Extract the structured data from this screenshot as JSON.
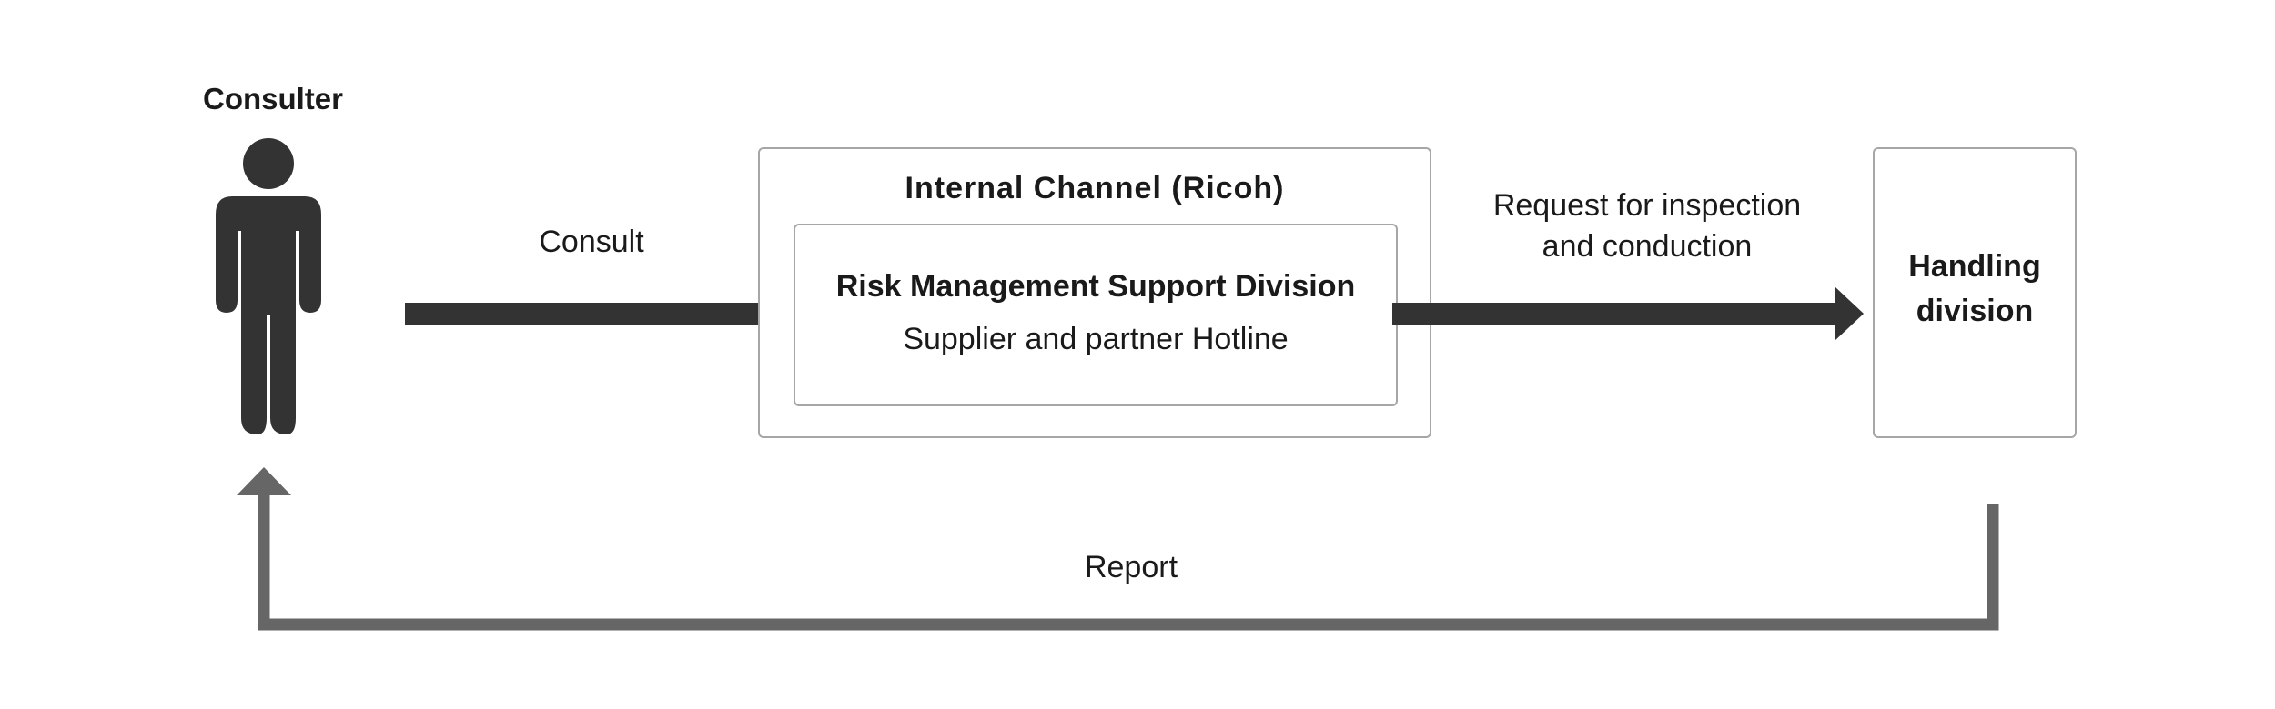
{
  "actor": {
    "label": "Consulter",
    "icon": "person-icon"
  },
  "edges": {
    "consult": "Consult",
    "request_line1": "Request for inspection",
    "request_line2": "and conduction",
    "report": "Report"
  },
  "internal_channel": {
    "title": "Internal Channel (Ricoh)",
    "inner": {
      "title": "Risk Management Support Division",
      "subtitle": "Supplier and partner Hotline"
    }
  },
  "handling": {
    "line1": "Handling",
    "line2": "division"
  },
  "colors": {
    "dark": "#333333",
    "return_arrow": "#666666",
    "box_border": "#a6a6a6"
  }
}
